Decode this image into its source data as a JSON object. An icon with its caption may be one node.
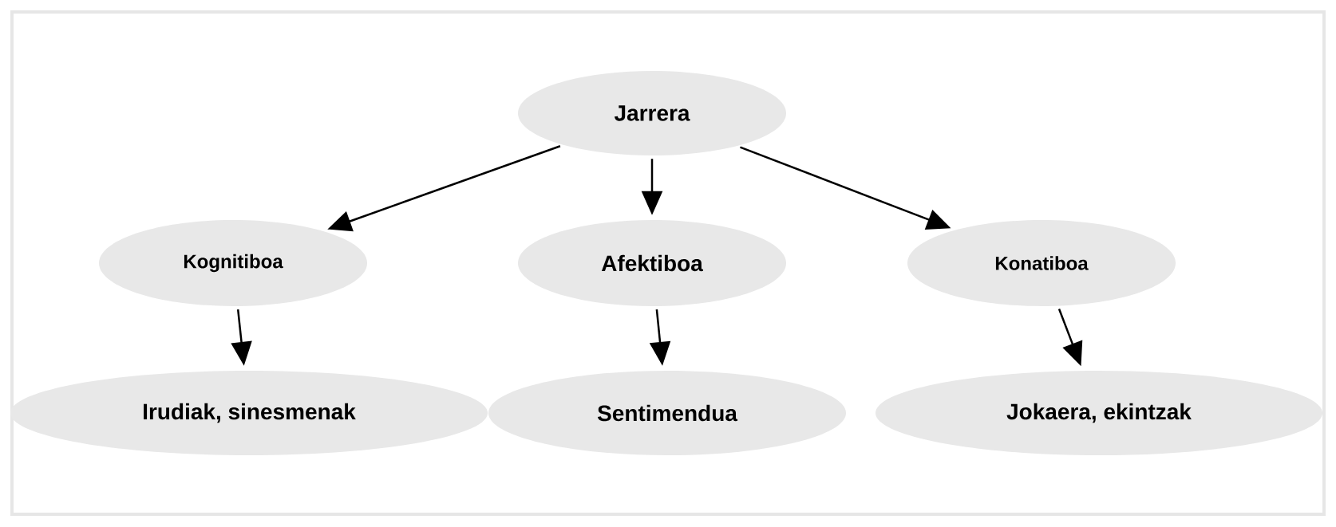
{
  "diagram": {
    "nodes": [
      {
        "text": [
          "Jarrera"
        ]
      },
      {
        "text": [
          "Kognitiboa"
        ]
      },
      {
        "text": [
          "Afektiboa"
        ]
      },
      {
        "text": [
          "Konatiboa"
        ]
      },
      {
        "text": [
          "Irudiak, sinesmenak"
        ]
      },
      {
        "text": [
          "Sentimendua"
        ]
      },
      {
        "text": [
          "Jokaera, ekintzak"
        ]
      }
    ],
    "edges": [
      {
        "from": 0,
        "to": 1,
        "arrow": "to"
      },
      {
        "from": 0,
        "to": 2,
        "arrow": "to"
      },
      {
        "from": 0,
        "to": 3,
        "arrow": "to"
      },
      {
        "from": 1,
        "to": 4,
        "arrow": "to"
      },
      {
        "from": 2,
        "to": 5,
        "arrow": "to"
      },
      {
        "from": 3,
        "to": 6,
        "arrow": "to"
      }
    ]
  }
}
